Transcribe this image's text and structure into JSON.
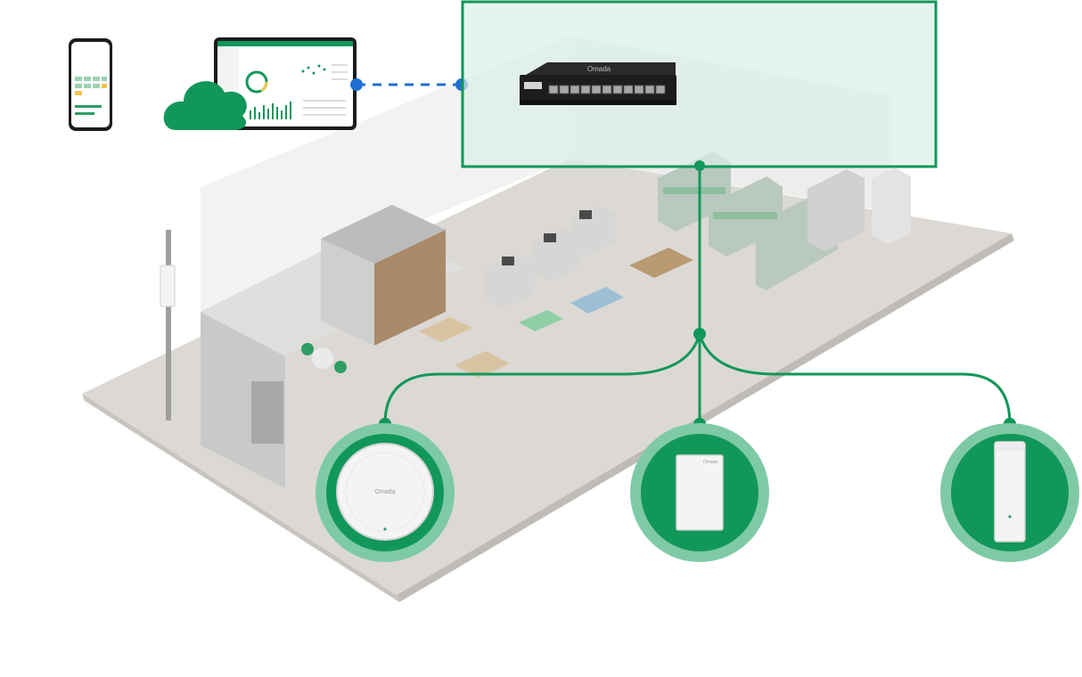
{
  "colors": {
    "accent_green": "#12975a",
    "light_green": "#7fcaa6",
    "dashed_link": "#1f6fd1",
    "floor": "#d9d6d2",
    "wall": "#c9c9c9",
    "switch_panel_fill": "#dcefe8"
  },
  "switch": {
    "brand_text": "Omada"
  },
  "devices": [
    {
      "icon": "ceiling-access-point-icon",
      "brand_text": "Omada"
    },
    {
      "icon": "wall-plate-access-point-icon",
      "brand_text": "Omada"
    },
    {
      "icon": "outdoor-access-point-icon",
      "brand_text": ""
    }
  ],
  "icons": [
    "smartphone-icon",
    "tablet-dashboard-icon",
    "cloud-icon",
    "outdoor-pole-ap-icon",
    "store-floor-icon"
  ]
}
